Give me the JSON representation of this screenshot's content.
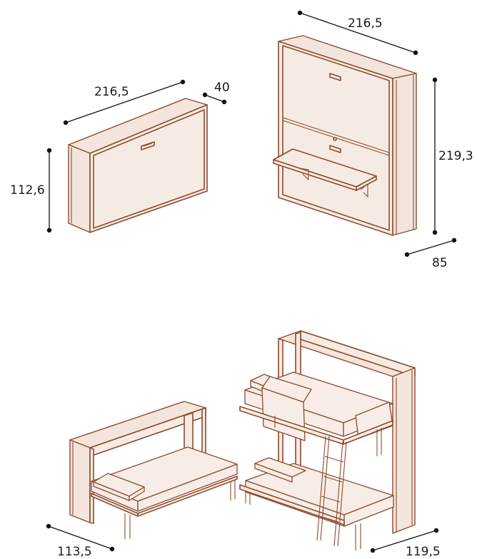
{
  "colors": {
    "outline": "#8c4a2f",
    "fill": "#f6ebe3",
    "dimension": "#111111"
  },
  "dimensions": {
    "small_cabinet_width": "216,5",
    "small_cabinet_depth": "40",
    "small_cabinet_height": "112,6",
    "tall_cabinet_width": "216,5",
    "tall_cabinet_height": "219,3",
    "tall_cabinet_depth": "85",
    "single_bed_depth": "113,5",
    "bunk_bed_depth": "119,5"
  }
}
